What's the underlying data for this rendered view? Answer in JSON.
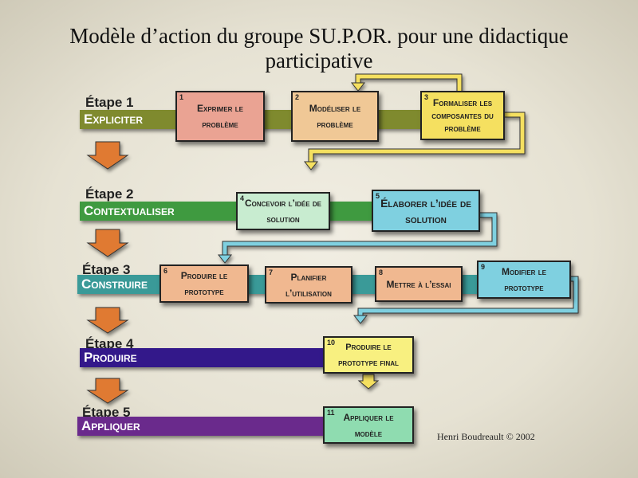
{
  "title": {
    "line1": "Modèle d’action du groupe SU.P.OR. pour une didactique",
    "line2": "participative"
  },
  "stages": [
    {
      "label": "Étape 1",
      "name": "Expliciter",
      "color": "#7f8a2e"
    },
    {
      "label": "Étape 2",
      "name": "Contextualiser",
      "color": "#3f9a40"
    },
    {
      "label": "Étape 3",
      "name": "Construire",
      "color": "#3a9a98"
    },
    {
      "label": "Étape 4",
      "name": "Produire",
      "color": "#33188a"
    },
    {
      "label": "Étape 5",
      "name": "Appliquer",
      "color": "#6a2a8c"
    }
  ],
  "steps": [
    {
      "n": "1",
      "text": "Exprimer le problème"
    },
    {
      "n": "2",
      "text": "Modéliser le problème"
    },
    {
      "n": "3",
      "text": "Formaliser les composantes du problème"
    },
    {
      "n": "4",
      "text": "Concevoir l’idée de solution"
    },
    {
      "n": "5",
      "text": "Élaborer l’idée de solution"
    },
    {
      "n": "6",
      "text": "Produire le prototype"
    },
    {
      "n": "7",
      "text": "Planifier l’utilisation"
    },
    {
      "n": "8",
      "text": "Mettre à l’essai"
    },
    {
      "n": "9",
      "text": "Modifier le prototype"
    },
    {
      "n": "10",
      "text": "Produire le prototype final"
    },
    {
      "n": "11",
      "text": "Appliquer le modèle"
    }
  ],
  "credit": "Henri Boudreault © 2002"
}
